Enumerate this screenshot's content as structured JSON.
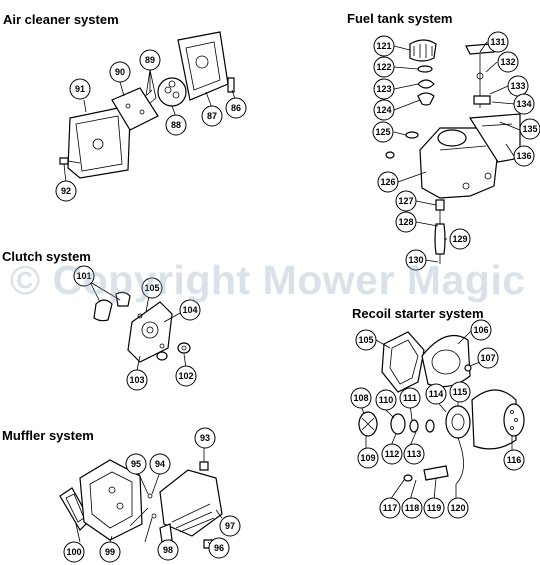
{
  "titles": {
    "air_cleaner": "Air cleaner system",
    "fuel_tank": "Fuel tank system",
    "clutch": "Clutch system",
    "recoil_starter": "Recoil starter system",
    "muffler": "Muffler system"
  },
  "watermark": "© Copyright Mower Magic",
  "callouts": {
    "air_cleaner": [
      "86",
      "87",
      "88",
      "89",
      "90",
      "91",
      "92"
    ],
    "fuel_tank": [
      "121",
      "122",
      "123",
      "124",
      "125",
      "126",
      "127",
      "128",
      "129",
      "130",
      "131",
      "132",
      "133",
      "134",
      "135",
      "136"
    ],
    "clutch": [
      "101",
      "102",
      "103",
      "104",
      "105"
    ],
    "recoil_starter": [
      "105",
      "106",
      "107",
      "108",
      "109",
      "110",
      "111",
      "112",
      "113",
      "114",
      "115",
      "116",
      "117",
      "118",
      "119",
      "120"
    ],
    "muffler": [
      "93",
      "94",
      "95",
      "96",
      "97",
      "98",
      "99",
      "100"
    ]
  }
}
